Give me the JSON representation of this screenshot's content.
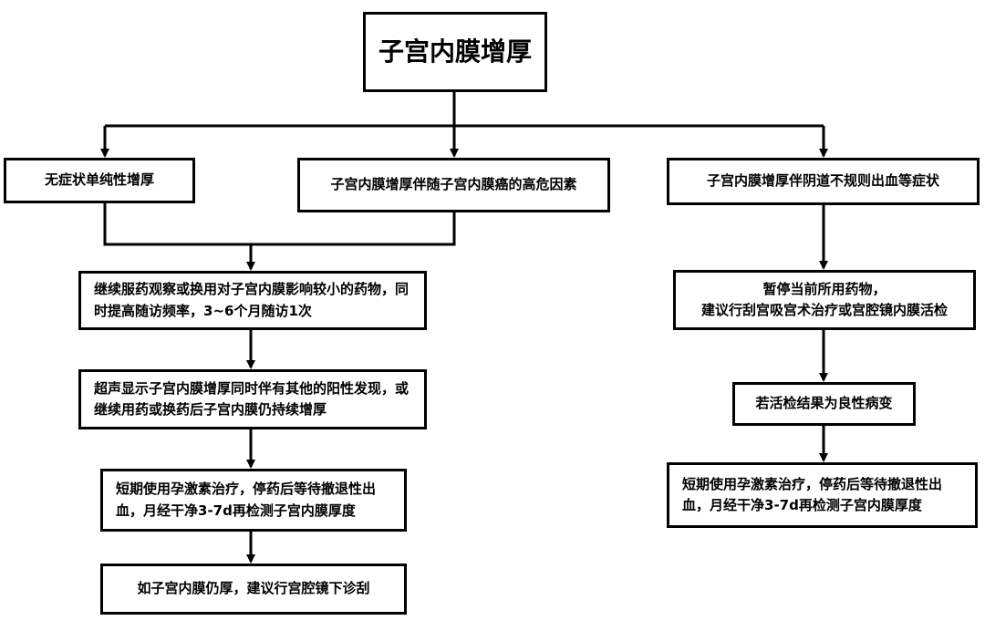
{
  "nodes": {
    "root": "子宫内膜增厚",
    "asymptomatic": "无症状单纯性增厚",
    "high_risk": "子宫内膜增厚伴随子宫内膜癌的高危因素",
    "bleeding": "子宫内膜增厚伴阴道不规则出血等症状",
    "continue_meds": "继续服药观察或换用对子宫内膜影响较小的药物，同时提高随访频率，3~6个月随访1次",
    "ultrasound": "超声显示子宫内膜增厚同时伴有其他的阳性发现，或继续用药或换药后子宫内膜仍持续增厚",
    "progestin_left": "短期使用孕激素治疗，停药后等待撤退性出血，月经干净3-7d再检测子宫内膜厚度",
    "hysteroscopy": "如子宫内膜仍厚，建议行宫腔镜下诊刮",
    "pause_meds": "暂停当前所用药物，\n建议行刮宫吸宫术治疗或宫腔镜内膜活检",
    "benign": "若活检结果为良性病变",
    "progestin_right": "短期使用孕激素治疗，停药后等待撤退性出血，月经干净3-7d再检测子宫内膜厚度"
  }
}
